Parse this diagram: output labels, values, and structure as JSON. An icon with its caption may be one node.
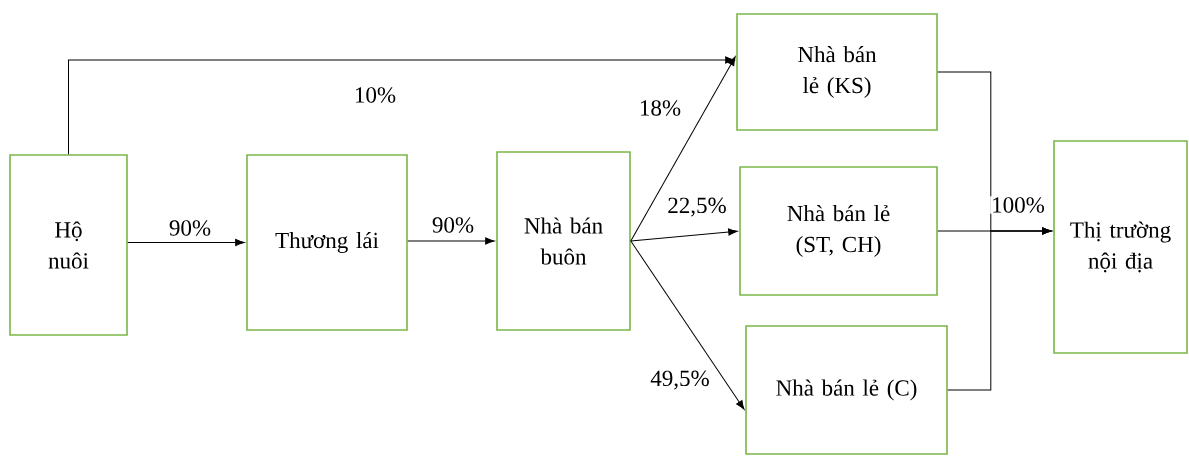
{
  "diagram": {
    "nodes": [
      {
        "text": [
          "Hộ nuôi"
        ]
      },
      {
        "text": [
          "Thương lái"
        ]
      },
      {
        "text": [
          "Nhà bán buôn"
        ]
      },
      {
        "text": [
          "Nhà bán lẻ (KS)"
        ]
      },
      {
        "text": [
          "Nhà bán lẻ (ST, CH)"
        ]
      },
      {
        "text": [
          "Nhà bán lẻ (C)"
        ]
      },
      {
        "text": [
          "Thị trường nội địa"
        ]
      }
    ],
    "edges": [
      {
        "from": 0,
        "to": 3,
        "arrow": "to",
        "label": "10%"
      },
      {
        "from": 0,
        "to": 1,
        "arrow": "to",
        "label": "90%"
      },
      {
        "from": 1,
        "to": 2,
        "arrow": "to",
        "label": "90%"
      },
      {
        "from": 2,
        "to": 3,
        "arrow": "to",
        "label": "18%"
      },
      {
        "from": 2,
        "to": 4,
        "arrow": "to",
        "label": "22,5%"
      },
      {
        "from": 2,
        "to": 5,
        "arrow": "to",
        "label": "49,5%"
      },
      {
        "from": 3,
        "to": 6,
        "arrow": "to"
      },
      {
        "from": 4,
        "to": 6,
        "arrow": "to",
        "label": "100%"
      },
      {
        "from": 5,
        "to": 6,
        "arrow": "to"
      }
    ]
  }
}
